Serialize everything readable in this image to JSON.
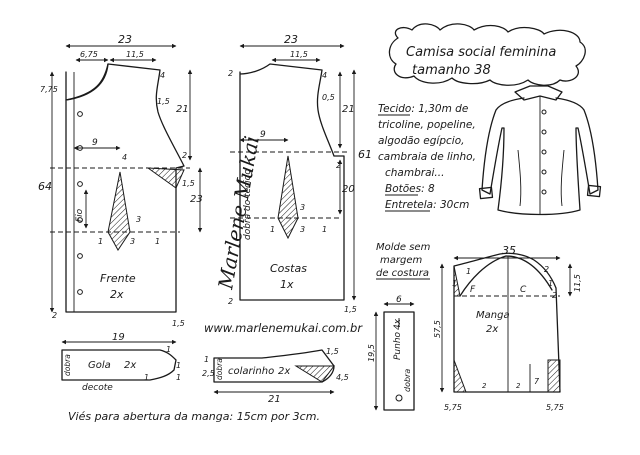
{
  "title": {
    "line1": "Camisa social feminina",
    "line2": "tamanho 38"
  },
  "materials": {
    "line1": "Tecido: 1,30m de",
    "line2": "tricoline, popeline,",
    "line3": "algodão egípcio,",
    "line4": "cambraia de linho,",
    "line5": "chambrai...",
    "buttons": "Botões: 8",
    "interfacing": "Entretela: 30cm"
  },
  "no_seam": {
    "line1": "Molde sem",
    "line2": "margem",
    "line3": "de costura"
  },
  "website": "www.marlenemukai.com.br",
  "bias_note": "Viés para abertura da manga: 15cm por 3cm.",
  "watermark": "Marlene Mukai",
  "front": {
    "name": "Frente",
    "qty": "2x",
    "fio": "Fio",
    "dims": {
      "width_top": "23",
      "neck_w": "6,75",
      "shoulder_w": "11,5",
      "neck_drop": "7,75",
      "shoulder_drop": "4",
      "armhole": "1,5",
      "length": "64",
      "armhole_h": "21",
      "side": "23",
      "bust_in": "2",
      "side_in": "1,5",
      "dart_w": "9",
      "dart_a": "3",
      "dart_b": "3",
      "dart_c": "1",
      "dart_d": "4",
      "bottom_l": "2",
      "bottom_r": "1,5",
      "waist_in": "1"
    }
  },
  "back": {
    "name": "Costas",
    "qty": "1x",
    "fold": "dobra do tecido",
    "dims": {
      "width_top": "23",
      "shoulder_w": "11,5",
      "shoulder_drop": "4",
      "armhole": "0,5",
      "neck_drop": "2",
      "length": "61",
      "armhole_h": "21",
      "side": "20",
      "side_in": "2",
      "dart_w": "9",
      "dart_a": "3",
      "dart_b": "3",
      "dart_c": "1",
      "bottom_l": "2",
      "bottom_r": "1,5",
      "waist_in": "1"
    }
  },
  "collar_band": {
    "name": "Gola",
    "qty": "2x",
    "fold": "dobra",
    "neck": "decote",
    "dims": {
      "length": "19",
      "height": "1",
      "end": "1",
      "end_r": "1",
      "right": "1"
    }
  },
  "collar": {
    "name": "colarinho",
    "qty": "2x",
    "fold": "dobra",
    "dims": {
      "length": "21",
      "height": "2,5",
      "point": "1,5",
      "end": "4,5",
      "left": "1"
    }
  },
  "cuff": {
    "name": "Punho",
    "qty": "4x",
    "fold": "dobra",
    "dims": {
      "width": "6",
      "height": "19,5"
    }
  },
  "sleeve": {
    "name": "Manga",
    "qty": "2x",
    "f": "F",
    "c": "C",
    "dims": {
      "width": "35",
      "cap_l": "1",
      "cap_r": "2",
      "cap_h": "11,5",
      "cap_a": "1",
      "cap_b": "2",
      "length": "57,5",
      "cuff_l": "5,75",
      "cuff_r": "5,75",
      "slit": "7",
      "mark_a": "2",
      "mark_b": "2",
      "cap_w": "1"
    }
  }
}
